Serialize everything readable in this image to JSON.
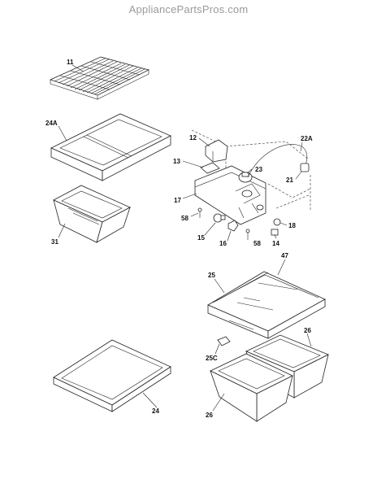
{
  "header": {
    "watermark": "AppliancePartsPros.com"
  },
  "callouts": {
    "c11": "11",
    "c24a": "24A",
    "c31": "31",
    "c12": "12",
    "c13": "13",
    "c17": "17",
    "c58a": "58",
    "c15": "15",
    "c16": "16",
    "c58b": "58",
    "c14": "14",
    "c18": "18",
    "c23": "23",
    "c22a": "22A",
    "c21": "21",
    "c25": "25",
    "c47": "47",
    "c26a": "26",
    "c25c": "25C",
    "c26b": "26",
    "c24": "24"
  }
}
